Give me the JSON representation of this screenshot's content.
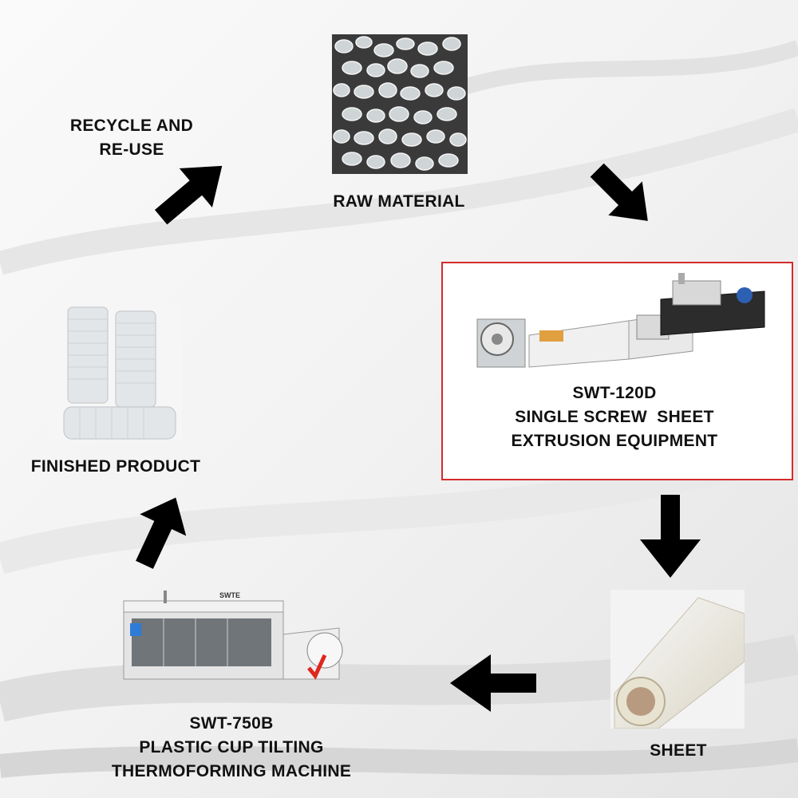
{
  "steps": {
    "raw_material": {
      "label": "RAW MATERIAL"
    },
    "extrusion": {
      "model": "SWT-120D",
      "line1": "SINGLE SCREW  SHEET",
      "line2": "EXTRUSION EQUIPMENT"
    },
    "sheet": {
      "label": "SHEET"
    },
    "thermoforming": {
      "model": "SWT-750B",
      "line1": "PLASTIC CUP TILTING",
      "line2": "THERMOFORMING MACHINE",
      "machine_logo": "SWTE"
    },
    "finished_product": {
      "label": "FINISHED PRODUCT"
    },
    "recycle": {
      "line1": "RECYCLE AND",
      "line2": "RE-USE"
    }
  },
  "colors": {
    "highlight_border": "#d52b2b",
    "arrow": "#000000"
  }
}
